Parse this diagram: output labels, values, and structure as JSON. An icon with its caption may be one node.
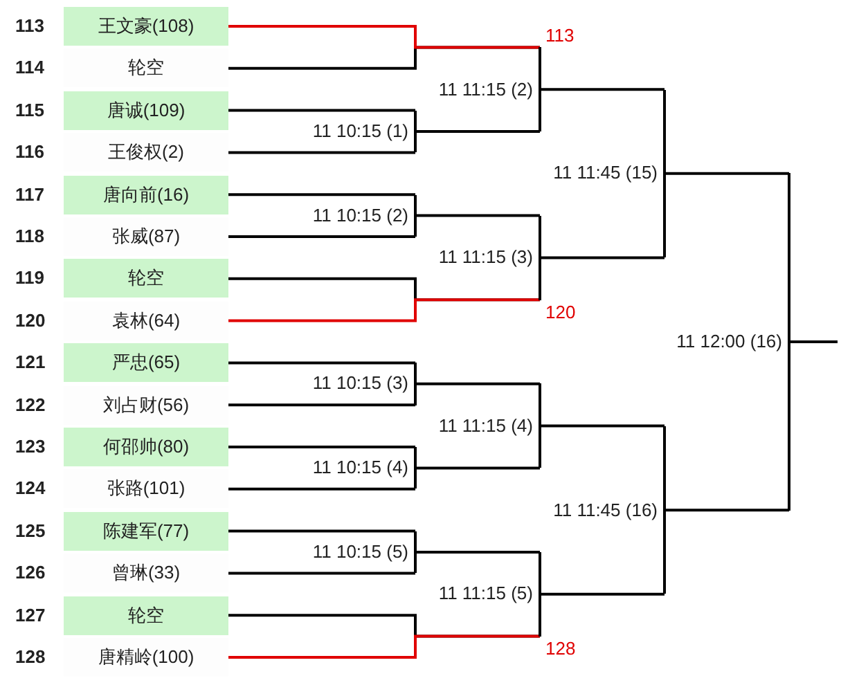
{
  "diagram": {
    "nodes": [
      {
        "text": [
          "王文豪(108)"
        ],
        "beside": [
          "113"
        ]
      },
      {
        "text": [
          "轮空"
        ],
        "beside": [
          "114"
        ]
      },
      {
        "text": [
          "唐诚(109)"
        ],
        "beside": [
          "115"
        ]
      },
      {
        "text": [
          "王俊权(2)"
        ],
        "beside": [
          "116"
        ]
      },
      {
        "text": [
          "唐向前(16)"
        ],
        "beside": [
          "117"
        ]
      },
      {
        "text": [
          "张威(87)"
        ],
        "beside": [
          "118"
        ]
      },
      {
        "text": [
          "轮空"
        ],
        "beside": [
          "119"
        ]
      },
      {
        "text": [
          "袁林(64)"
        ],
        "beside": [
          "120"
        ]
      },
      {
        "text": [
          "严忠(65)"
        ],
        "beside": [
          "121"
        ]
      },
      {
        "text": [
          "刘占财(56)"
        ],
        "beside": [
          "122"
        ]
      },
      {
        "text": [
          "何邵帅(80)"
        ],
        "beside": [
          "123"
        ]
      },
      {
        "text": [
          "张路(101)"
        ],
        "beside": [
          "124"
        ]
      },
      {
        "text": [
          "陈建军(77)"
        ],
        "beside": [
          "125"
        ]
      },
      {
        "text": [
          "曾琳(33)"
        ],
        "beside": [
          "126"
        ]
      },
      {
        "text": [
          "轮空"
        ],
        "beside": [
          "127"
        ]
      },
      {
        "text": [
          "唐精岭(100)"
        ],
        "beside": [
          "128"
        ]
      },
      {
        "text": [
          "11 10:15 (1)"
        ]
      },
      {
        "text": [
          "11 10:15 (2)"
        ]
      },
      {
        "text": [
          "11 10:15 (3)"
        ]
      },
      {
        "text": [
          "11 10:15 (4)"
        ]
      },
      {
        "text": [
          "11 10:15 (5)"
        ]
      },
      {
        "text": [
          "11 11:15 (2)"
        ]
      },
      {
        "text": [
          "11 11:15 (3)"
        ]
      },
      {
        "text": [
          "11 11:15 (4)"
        ]
      },
      {
        "text": [
          "11 11:15 (5)"
        ]
      },
      {
        "text": [
          "11 11:45 (15)"
        ]
      },
      {
        "text": [
          "11 11:45 (16)"
        ]
      },
      {
        "text": [
          "11 12:00 (16)"
        ]
      }
    ],
    "edges": [
      {
        "from": 0,
        "to": 21,
        "arrow": "none",
        "label": "113",
        "color": "#e00000"
      },
      {
        "from": 1,
        "to": 21,
        "arrow": "none"
      },
      {
        "from": 2,
        "to": 16,
        "arrow": "none"
      },
      {
        "from": 3,
        "to": 16,
        "arrow": "none"
      },
      {
        "from": 4,
        "to": 17,
        "arrow": "none"
      },
      {
        "from": 5,
        "to": 17,
        "arrow": "none"
      },
      {
        "from": 6,
        "to": 22,
        "arrow": "none"
      },
      {
        "from": 7,
        "to": 22,
        "arrow": "none",
        "label": "120",
        "color": "#e00000"
      },
      {
        "from": 8,
        "to": 18,
        "arrow": "none"
      },
      {
        "from": 9,
        "to": 18,
        "arrow": "none"
      },
      {
        "from": 10,
        "to": 19,
        "arrow": "none"
      },
      {
        "from": 11,
        "to": 19,
        "arrow": "none"
      },
      {
        "from": 12,
        "to": 20,
        "arrow": "none"
      },
      {
        "from": 13,
        "to": 20,
        "arrow": "none"
      },
      {
        "from": 14,
        "to": 24,
        "arrow": "none"
      },
      {
        "from": 15,
        "to": 24,
        "arrow": "none",
        "label": "128",
        "color": "#e00000"
      },
      {
        "from": 16,
        "to": 21,
        "arrow": "none"
      },
      {
        "from": 17,
        "to": 22,
        "arrow": "none"
      },
      {
        "from": 18,
        "to": 23,
        "arrow": "none"
      },
      {
        "from": 19,
        "to": 23,
        "arrow": "none"
      },
      {
        "from": 20,
        "to": 24,
        "arrow": "none"
      },
      {
        "from": 21,
        "to": 25,
        "arrow": "none"
      },
      {
        "from": 22,
        "to": 25,
        "arrow": "none"
      },
      {
        "from": 23,
        "to": 26,
        "arrow": "none"
      },
      {
        "from": 24,
        "to": 26,
        "arrow": "none"
      },
      {
        "from": 25,
        "to": 27,
        "arrow": "none"
      },
      {
        "from": 26,
        "to": 27,
        "arrow": "none"
      },
      {
        "from": 27,
        "to": null,
        "arrow": "none"
      }
    ]
  }
}
